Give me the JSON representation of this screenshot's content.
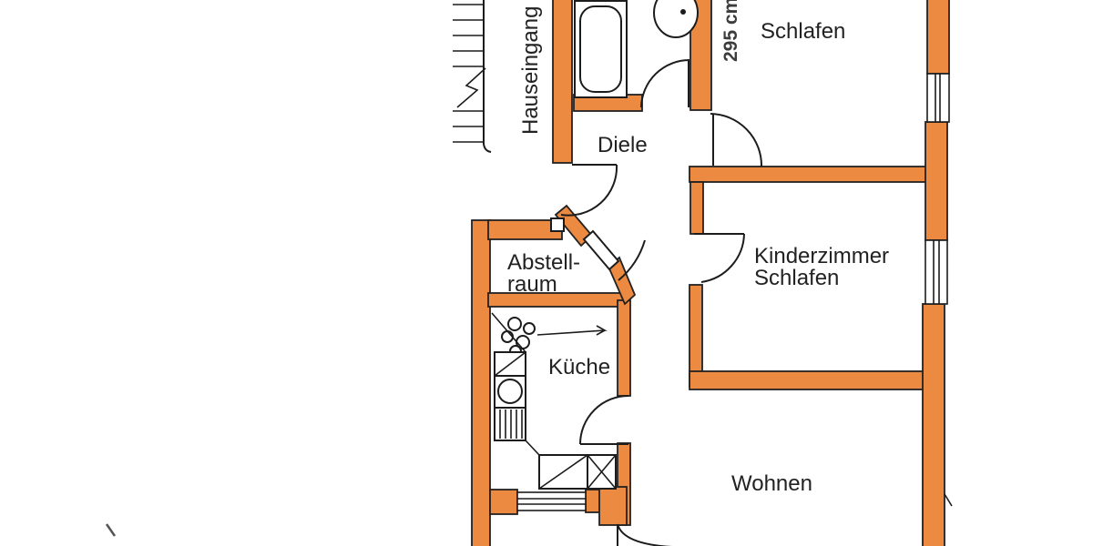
{
  "floorplan": {
    "background": "#ffffff",
    "wall_color": "#ec8a41",
    "line_color": "#1c1c1c",
    "labels": {
      "hauseingang": "Hauseingang",
      "schlafen": "Schlafen",
      "diele": "Diele",
      "kinderzimmer_line1": "Kinderzimmer",
      "kinderzimmer_line2": "Schlafen",
      "abstellraum_line1": "Abstell-",
      "abstellraum_line2": "raum",
      "kueche": "Küche",
      "wohnen": "Wohnen",
      "dimension": "295 cm"
    }
  }
}
